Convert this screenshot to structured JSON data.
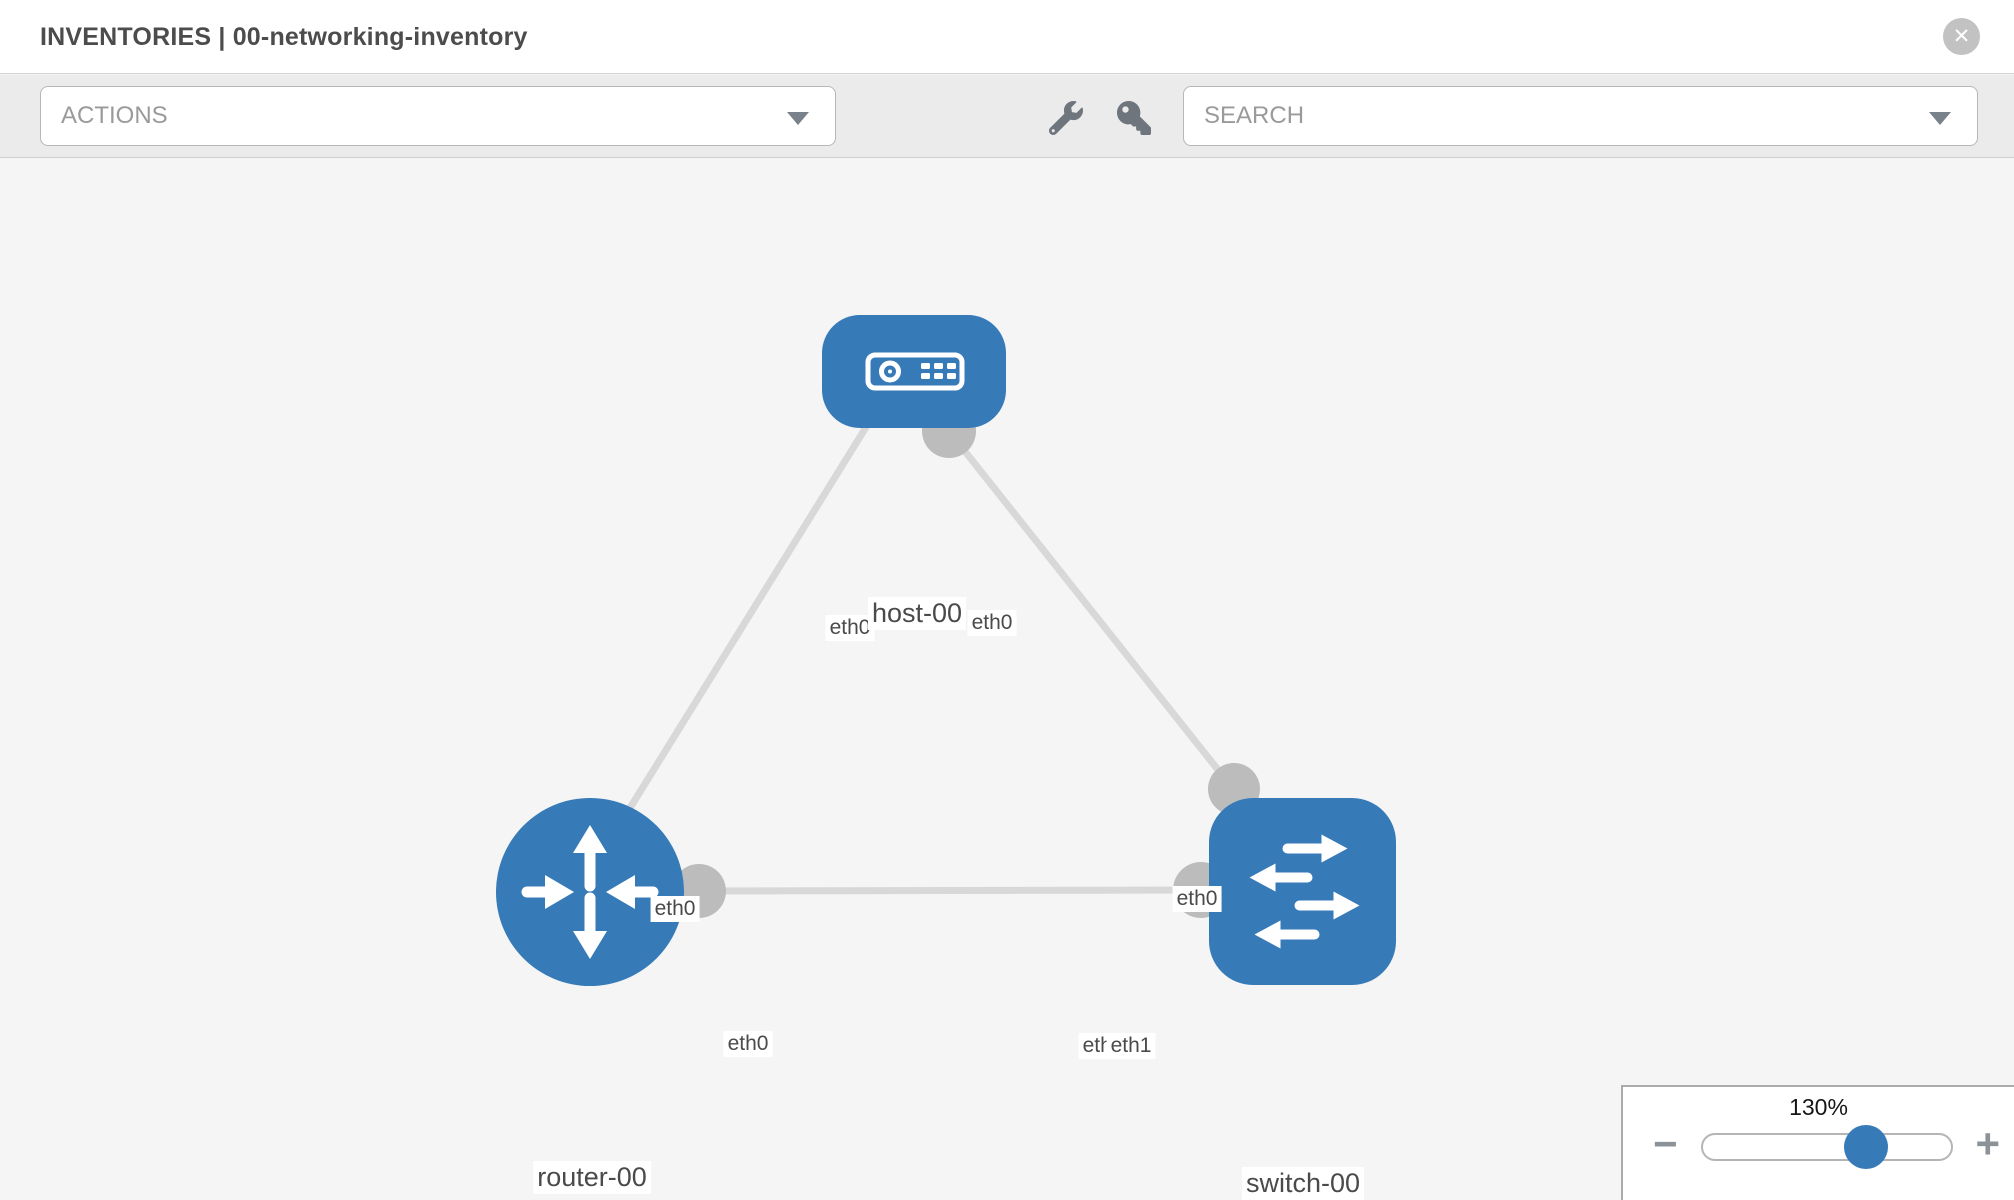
{
  "header": {
    "title": "INVENTORIES | 00-networking-inventory",
    "close_glyph": "✕"
  },
  "toolbar": {
    "actions_placeholder": "ACTIONS",
    "search_placeholder": "SEARCH",
    "icons": [
      "wrench-icon",
      "key-icon"
    ]
  },
  "colors": {
    "node_blue": "#377ab8",
    "link_gray": "#d8d8d8",
    "connector_gray": "#bcbcbc",
    "canvas_bg": "#f5f5f5",
    "toolbar_bg": "#ebebeb"
  },
  "topology": {
    "nodes": [
      {
        "id": "host-00",
        "type": "host",
        "label": "host-00"
      },
      {
        "id": "router-00",
        "type": "router",
        "label": "router-00"
      },
      {
        "id": "switch-00",
        "type": "switch",
        "label": "switch-00"
      }
    ],
    "links": [
      {
        "from": "host-00",
        "to": "router-00",
        "from_if": "eth0",
        "to_if": "eth0"
      },
      {
        "from": "host-00",
        "to": "switch-00",
        "from_if": "eth0",
        "to_if": "eth0"
      },
      {
        "from": "router-00",
        "to": "switch-00",
        "from_if": "eth0",
        "to_if": "eth1"
      }
    ],
    "ifaces": {
      "host_left": "eth0",
      "host_right": "eth0",
      "router_top": "eth0",
      "switch_top": "eth0",
      "router_right": "eth0",
      "switch_left_under": "eth0",
      "switch_left_over": "eth1"
    }
  },
  "zoom": {
    "level": "130%",
    "minus_glyph": "−",
    "plus_glyph": "+"
  }
}
